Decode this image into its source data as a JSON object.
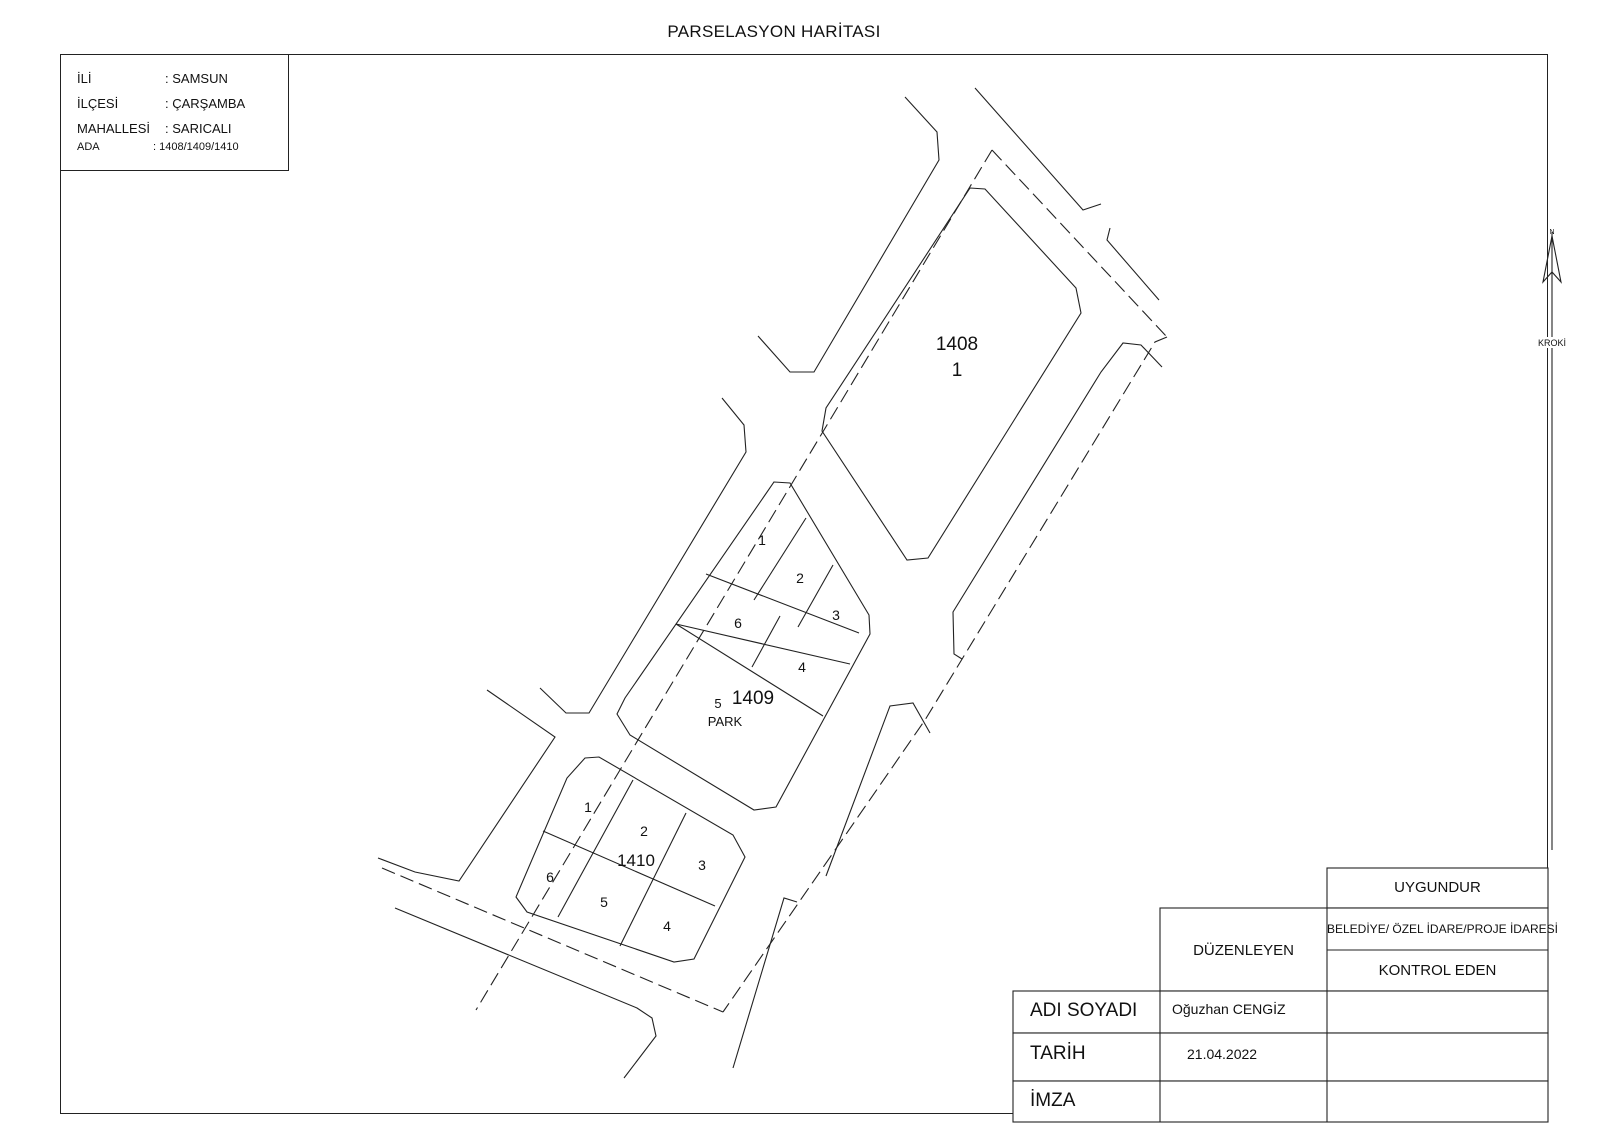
{
  "title": "PARSELASYON HARİTASI",
  "info": {
    "il_label": "İLİ",
    "il_value": ": SAMSUN",
    "ilce_label": "İLÇESİ",
    "ilce_value": ": ÇARŞAMBA",
    "mahalle_label": "MAHALLESİ",
    "mahalle_value": ": SARICALI",
    "ada_label": "ADA",
    "ada_value": ": 1408/1409/1410"
  },
  "north_arrow": {
    "n_label": "N",
    "kroki_label": "KROKİ"
  },
  "blocks": {
    "b1408": {
      "ada": "1408",
      "parcel": "1"
    },
    "b1409": {
      "ada": "1409",
      "p1": "1",
      "p2": "2",
      "p3": "3",
      "p4": "4",
      "p6": "6",
      "p5": "5",
      "park": "PARK"
    },
    "b1410": {
      "ada": "1410",
      "p1": "1",
      "p2": "2",
      "p3": "3",
      "p4": "4",
      "p5": "5",
      "p6": "6"
    }
  },
  "title_block": {
    "uygundur": "UYGUNDUR",
    "duzenleyen": "DÜZENLEYEN",
    "kurum": "BELEDİYE/ ÖZEL İDARE/PROJE İDARESİ",
    "kontrol_eden": "KONTROL EDEN",
    "adi_soyadi_label": "ADI SOYADI",
    "tarih_label": "TARİH",
    "imza_label": "İMZA",
    "duzenleyen_adi": "Oğuzhan CENGİZ",
    "duzenleyen_tarih": "21.04.2022"
  },
  "colors": {
    "line": "#222222",
    "background": "#ffffff"
  }
}
